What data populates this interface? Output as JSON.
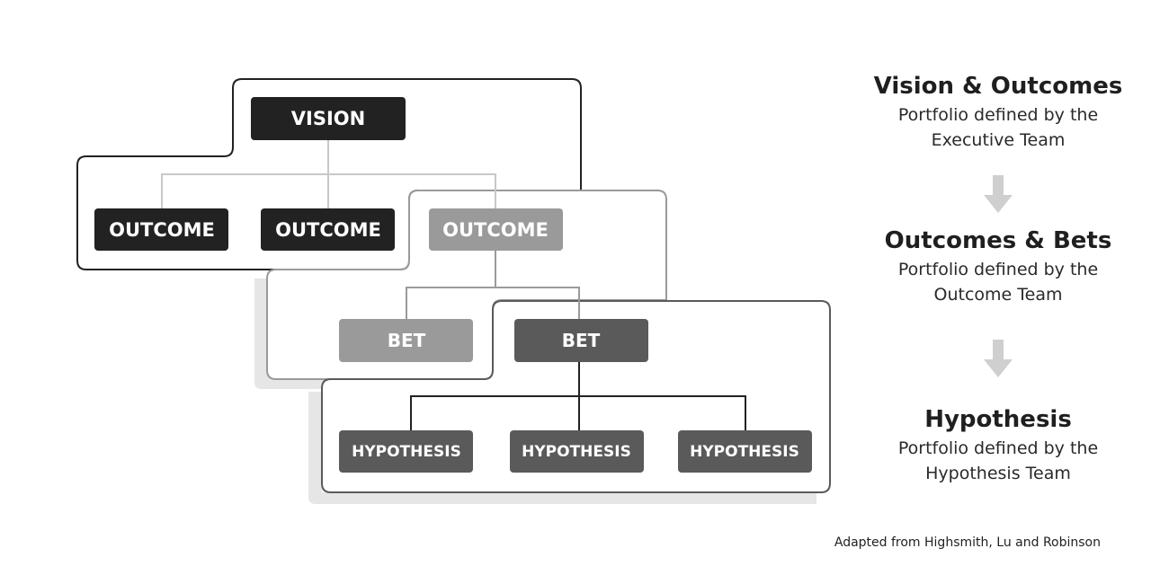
{
  "diagram": {
    "nodes": {
      "vision": "VISION",
      "outcome_1": "OUTCOME",
      "outcome_2": "OUTCOME",
      "outcome_3": "OUTCOME",
      "bet_1": "BET",
      "bet_2": "BET",
      "hypothesis_1": "HYPOTHESIS",
      "hypothesis_2": "HYPOTHESIS",
      "hypothesis_3": "HYPOTHESIS"
    },
    "colors": {
      "dark": "#222222",
      "medium": "#5a5a5a",
      "light": "#9a9a9a",
      "shadow": "#e6e6e6",
      "connector_light": "#c8c8c8",
      "connector_mid": "#9a9a9a",
      "connector_dark": "#222222"
    }
  },
  "legend": {
    "sections": [
      {
        "title": "Vision & Outcomes",
        "line1": "Portfolio defined by the",
        "line2": "Executive Team"
      },
      {
        "title": "Outcomes & Bets",
        "line1": "Portfolio defined by the",
        "line2": "Outcome Team"
      },
      {
        "title": "Hypothesis",
        "line1": "Portfolio defined by the",
        "line2": "Hypothesis Team"
      }
    ],
    "arrow_icon": "arrow-down-icon",
    "arrow_color": "#cfcfcf"
  },
  "footer": {
    "credit": "Adapted from Highsmith, Lu and Robinson"
  }
}
